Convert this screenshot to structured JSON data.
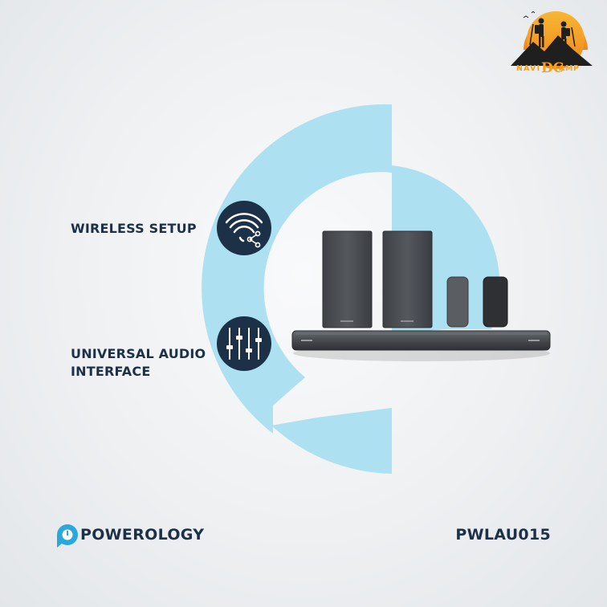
{
  "features": [
    {
      "label": "WIRELESS SETUP",
      "icon": "wifi-share-icon"
    },
    {
      "label_line1": "UNIVERSAL AUDIO",
      "label_line2": "INTERFACE",
      "icon": "equalizer-sliders-icon"
    }
  ],
  "brand": {
    "name": "POWEROLOGY",
    "icon": "powerology-logo-icon"
  },
  "model": "PWLAU015",
  "watermark": {
    "part1": "NAVI",
    "part2": "DC",
    "part3": "AMP",
    "icon": "hikers-mountain-sunset-logo"
  },
  "colors": {
    "background": "#eef0f2",
    "accent_light_blue": "#ade0f0",
    "navy": "#1c3148",
    "logo_blue": "#2aa8db",
    "logo_orange": "#f5a21a",
    "speaker_gray": "#4a4d52"
  }
}
